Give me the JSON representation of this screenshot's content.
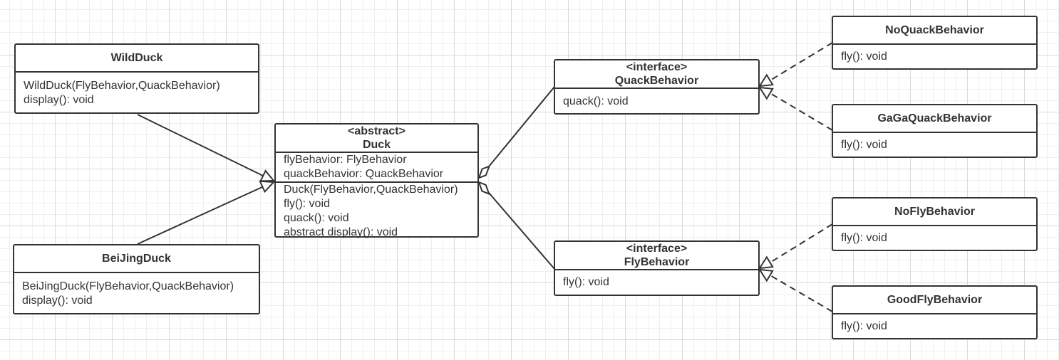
{
  "diagram": {
    "classes": {
      "wildduck": {
        "name": "WildDuck",
        "members": [
          "WildDuck(FlyBehavior,QuackBehavior)",
          "display(): void"
        ]
      },
      "beijingduck": {
        "name": "BeiJingDuck",
        "members": [
          "BeiJingDuck(FlyBehavior,QuackBehavior)",
          "display(): void"
        ]
      },
      "duck": {
        "stereotype": "<abstract>",
        "name": "Duck",
        "attributes": [
          "flyBehavior: FlyBehavior",
          "quackBehavior: QuackBehavior"
        ],
        "methods": [
          "Duck(FlyBehavior,QuackBehavior)",
          "fly(): void",
          "quack(): void",
          "abstract display(): void"
        ]
      },
      "quackbehavior": {
        "stereotype": "<interface>",
        "name": "QuackBehavior",
        "members": [
          "quack(): void"
        ]
      },
      "flybehavior": {
        "stereotype": "<interface>",
        "name": "FlyBehavior",
        "members": [
          "fly(): void"
        ]
      },
      "noquackbehavior": {
        "name": "NoQuackBehavior",
        "members": [
          "fly(): void"
        ]
      },
      "gagaquackbehavior": {
        "name": "GaGaQuackBehavior",
        "members": [
          "fly(): void"
        ]
      },
      "noflybehavior": {
        "name": "NoFlyBehavior",
        "members": [
          "fly(): void"
        ]
      },
      "goodflybehavior": {
        "name": "GoodFlyBehavior",
        "members": [
          "fly(): void"
        ]
      }
    },
    "relationships": [
      {
        "from": "WildDuck",
        "to": "Duck",
        "kind": "generalization"
      },
      {
        "from": "BeiJingDuck",
        "to": "Duck",
        "kind": "generalization"
      },
      {
        "from": "Duck",
        "to": "QuackBehavior",
        "kind": "aggregation"
      },
      {
        "from": "Duck",
        "to": "FlyBehavior",
        "kind": "aggregation"
      },
      {
        "from": "NoQuackBehavior",
        "to": "QuackBehavior",
        "kind": "realization"
      },
      {
        "from": "GaGaQuackBehavior",
        "to": "QuackBehavior",
        "kind": "realization"
      },
      {
        "from": "NoFlyBehavior",
        "to": "FlyBehavior",
        "kind": "realization"
      },
      {
        "from": "GoodFlyBehavior",
        "to": "FlyBehavior",
        "kind": "realization"
      }
    ],
    "colors": {
      "stroke": "#333333",
      "fill": "#ffffff",
      "grid": "#d9d9d9"
    }
  }
}
